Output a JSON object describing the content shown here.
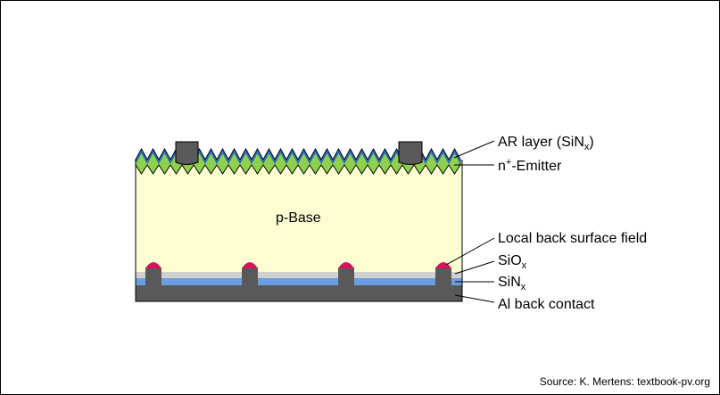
{
  "diagram": {
    "base_label": "p-Base",
    "labels": {
      "ar": {
        "main": "AR layer (SiN",
        "sub": "x",
        "tail": ")"
      },
      "emitter": {
        "main": "n",
        "sup": "+",
        "tail": "-Emitter"
      },
      "lbsf": "Local back surface field",
      "siox": {
        "main": "SiO",
        "sub": "x"
      },
      "sinx": {
        "main": "SiN",
        "sub": "x"
      },
      "al": "Al back contact"
    },
    "source": "Source: K. Mertens: textbook-pv.org"
  },
  "colors": {
    "base": "#fdfdd2",
    "emitter": "#8fd14f",
    "ar_layer": "#2f6fb4",
    "siox": "#d0d0d0",
    "sinx": "#6a9ee0",
    "metal": "#595959",
    "lbsf": "#d6145d",
    "outline": "#000000"
  }
}
